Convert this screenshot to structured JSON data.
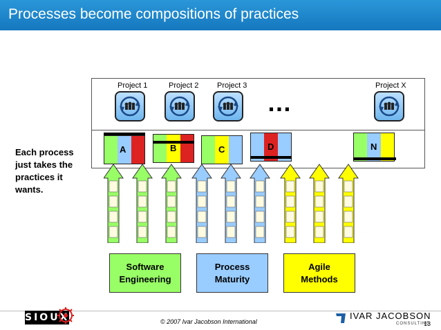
{
  "title": "Processes become compositions of practices",
  "projects": [
    {
      "label": "Project 1"
    },
    {
      "label": "Project 2"
    },
    {
      "label": "Project 3"
    },
    {
      "label": "Project X"
    }
  ],
  "ellipsis": "…",
  "processes": [
    {
      "label": "A"
    },
    {
      "label": "B"
    },
    {
      "label": "C"
    },
    {
      "label": "D"
    },
    {
      "label": "N"
    }
  ],
  "side_text": "Each process just takes the practices it wants.",
  "categories": [
    {
      "label": "Software\nEngineering",
      "color": "#99ff66"
    },
    {
      "label": "Process\nMaturity",
      "color": "#99ccff"
    },
    {
      "label": "Agile\nMethods",
      "color": "#ffff00"
    }
  ],
  "colors": {
    "title_bar": "#1a86cc",
    "green": "#99ff66",
    "blue": "#99ccff",
    "yellow": "#ffff00",
    "red": "#dd2222"
  },
  "footer": {
    "copyright": "© 2007 Ivar Jacobson International",
    "page_number": "13",
    "sioux_logo": "SIOUX",
    "ij_logo": "IVAR JACOBSON",
    "ij_sub": "CONSULTING"
  }
}
